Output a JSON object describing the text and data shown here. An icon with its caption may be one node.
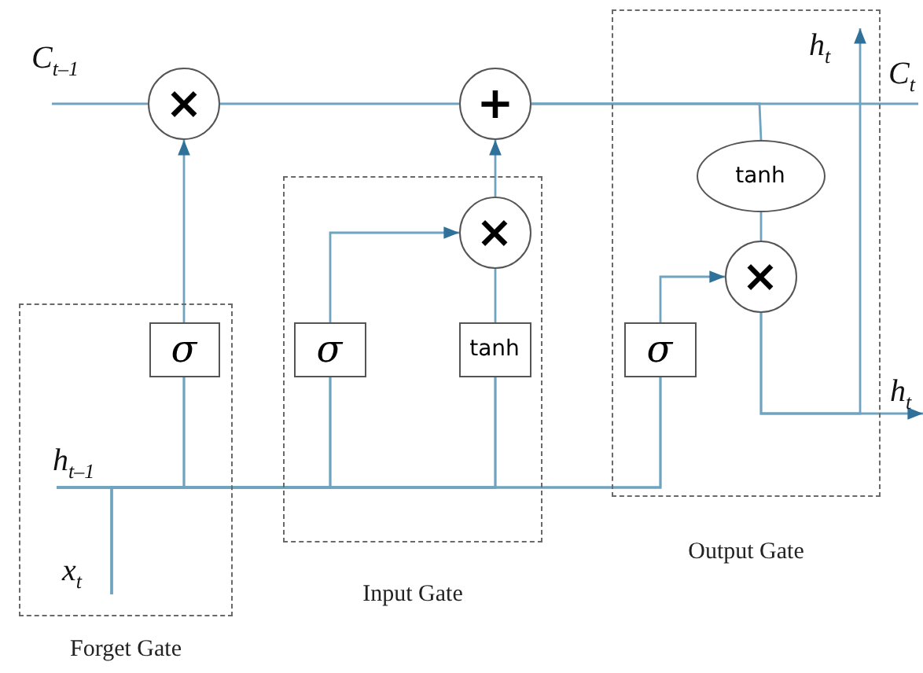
{
  "diagram": {
    "nodes": [
      {
        "text": [
          "Forget Gate"
        ]
      },
      {
        "text": [
          "σ"
        ],
        "in": 0
      },
      {
        "text": [
          "Input Gate"
        ]
      },
      {
        "text": [
          "σ"
        ],
        "in": 2
      },
      {
        "text": [
          "tanh"
        ],
        "in": 2
      },
      {
        "text": [
          "×"
        ],
        "in": 2
      },
      {
        "text": [
          "Output Gate"
        ]
      },
      {
        "text": [
          "σ"
        ],
        "in": 6
      },
      {
        "text": [
          "tanh"
        ],
        "in": 6
      },
      {
        "text": [
          "×"
        ],
        "in": 6
      },
      {
        "text": [
          "×"
        ]
      },
      {
        "text": [
          "+"
        ]
      },
      {
        "text": [
          "C$_{t–1}$"
        ]
      },
      {
        "text": [
          "h$_{t–1}$"
        ],
        "in": 0
      },
      {
        "text": [
          "x$_{t}$"
        ],
        "in": 0
      },
      {
        "text": [
          "C$_{t}$"
        ]
      },
      {
        "text": [
          "h$_{t}$"
        ],
        "in": 6
      },
      {
        "text": [
          "h$_{t}$"
        ]
      }
    ],
    "edges": [
      {
        "from": 12,
        "to": 10,
        "arrow": "none"
      },
      {
        "from": 10,
        "to": 11,
        "arrow": "none"
      },
      {
        "from": 11,
        "to": 15,
        "arrow": "none"
      },
      {
        "from": 11,
        "to": 8,
        "arrow": "none"
      },
      {
        "from": 8,
        "to": 9,
        "arrow": "none"
      },
      {
        "from": 9,
        "to": 17,
        "arrow": "to"
      },
      {
        "from": 9,
        "to": 16,
        "arrow": "to"
      },
      {
        "from": 1,
        "to": 10,
        "arrow": "to"
      },
      {
        "from": 13,
        "to": 1,
        "arrow": "none"
      },
      {
        "from": 13,
        "to": 3,
        "arrow": "none"
      },
      {
        "from": 13,
        "to": 4,
        "arrow": "none"
      },
      {
        "from": 13,
        "to": 7,
        "arrow": "none"
      },
      {
        "from": 14,
        "to": 1,
        "arrow": "none"
      },
      {
        "from": 14,
        "to": 3,
        "arrow": "none"
      },
      {
        "from": 14,
        "to": 4,
        "arrow": "none"
      },
      {
        "from": 14,
        "to": 7,
        "arrow": "none"
      },
      {
        "from": 3,
        "to": 5,
        "arrow": "to"
      },
      {
        "from": 4,
        "to": 5,
        "arrow": "none"
      },
      {
        "from": 5,
        "to": 11,
        "arrow": "to"
      },
      {
        "from": 7,
        "to": 9,
        "arrow": "to"
      }
    ]
  }
}
